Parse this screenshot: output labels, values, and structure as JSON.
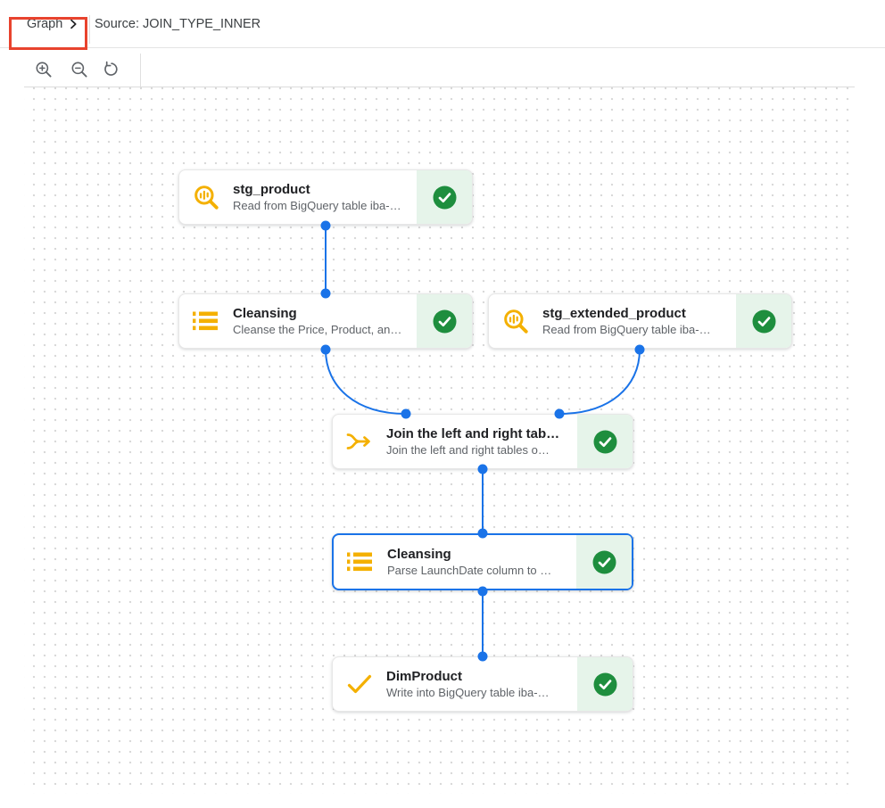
{
  "breadcrumb": {
    "graph_label": "Graph",
    "source_label": "Source: JOIN_TYPE_INNER"
  },
  "annotation": {
    "shape": "red-box",
    "target": "graph-breadcrumb-item",
    "color": "#e8432e"
  },
  "toolbar": {
    "buttons": [
      {
        "name": "zoom-in"
      },
      {
        "name": "zoom-out"
      },
      {
        "name": "reset-zoom"
      }
    ]
  },
  "canvas": {
    "grid": "dotted",
    "nodes": [
      {
        "id": "stg_product",
        "type": "bigquery-source",
        "title": "stg_product",
        "subtitle": "Read from BigQuery table iba-…",
        "status": "success",
        "selected": false
      },
      {
        "id": "cleansing_1",
        "type": "wrangler",
        "title": "Cleansing",
        "subtitle": "Cleanse the Price, Product, an…",
        "status": "success",
        "selected": false
      },
      {
        "id": "stg_extended_product",
        "type": "bigquery-source",
        "title": "stg_extended_product",
        "subtitle": "Read from BigQuery table iba-…",
        "status": "success",
        "selected": false
      },
      {
        "id": "join",
        "type": "joiner",
        "title": "Join the left and right tab…",
        "subtitle": "Join the left and right tables o…",
        "status": "success",
        "selected": false
      },
      {
        "id": "cleansing_2",
        "type": "wrangler",
        "title": "Cleansing",
        "subtitle": "Parse LaunchDate column to …",
        "status": "success",
        "selected": true
      },
      {
        "id": "dim_product",
        "type": "sink",
        "title": "DimProduct",
        "subtitle": "Write into BigQuery table iba-…",
        "status": "success",
        "selected": false
      }
    ],
    "edges": [
      {
        "from": "stg_product",
        "to": "cleansing_1"
      },
      {
        "from": "cleansing_1",
        "to": "join"
      },
      {
        "from": "stg_extended_product",
        "to": "join"
      },
      {
        "from": "join",
        "to": "cleansing_2"
      },
      {
        "from": "cleansing_2",
        "to": "dim_product"
      }
    ]
  },
  "colors": {
    "edge_blue": "#1a73e8",
    "selection_blue": "#1a73e8",
    "node_icon_yellow": "#f4b000",
    "status_green": "#1e8e3e",
    "status_green_bg": "#e6f4ea",
    "annotation_red": "#e8432e",
    "grid_dot": "#d9d9d9",
    "title_text": "#202124",
    "subtitle_text": "#5f6368"
  }
}
